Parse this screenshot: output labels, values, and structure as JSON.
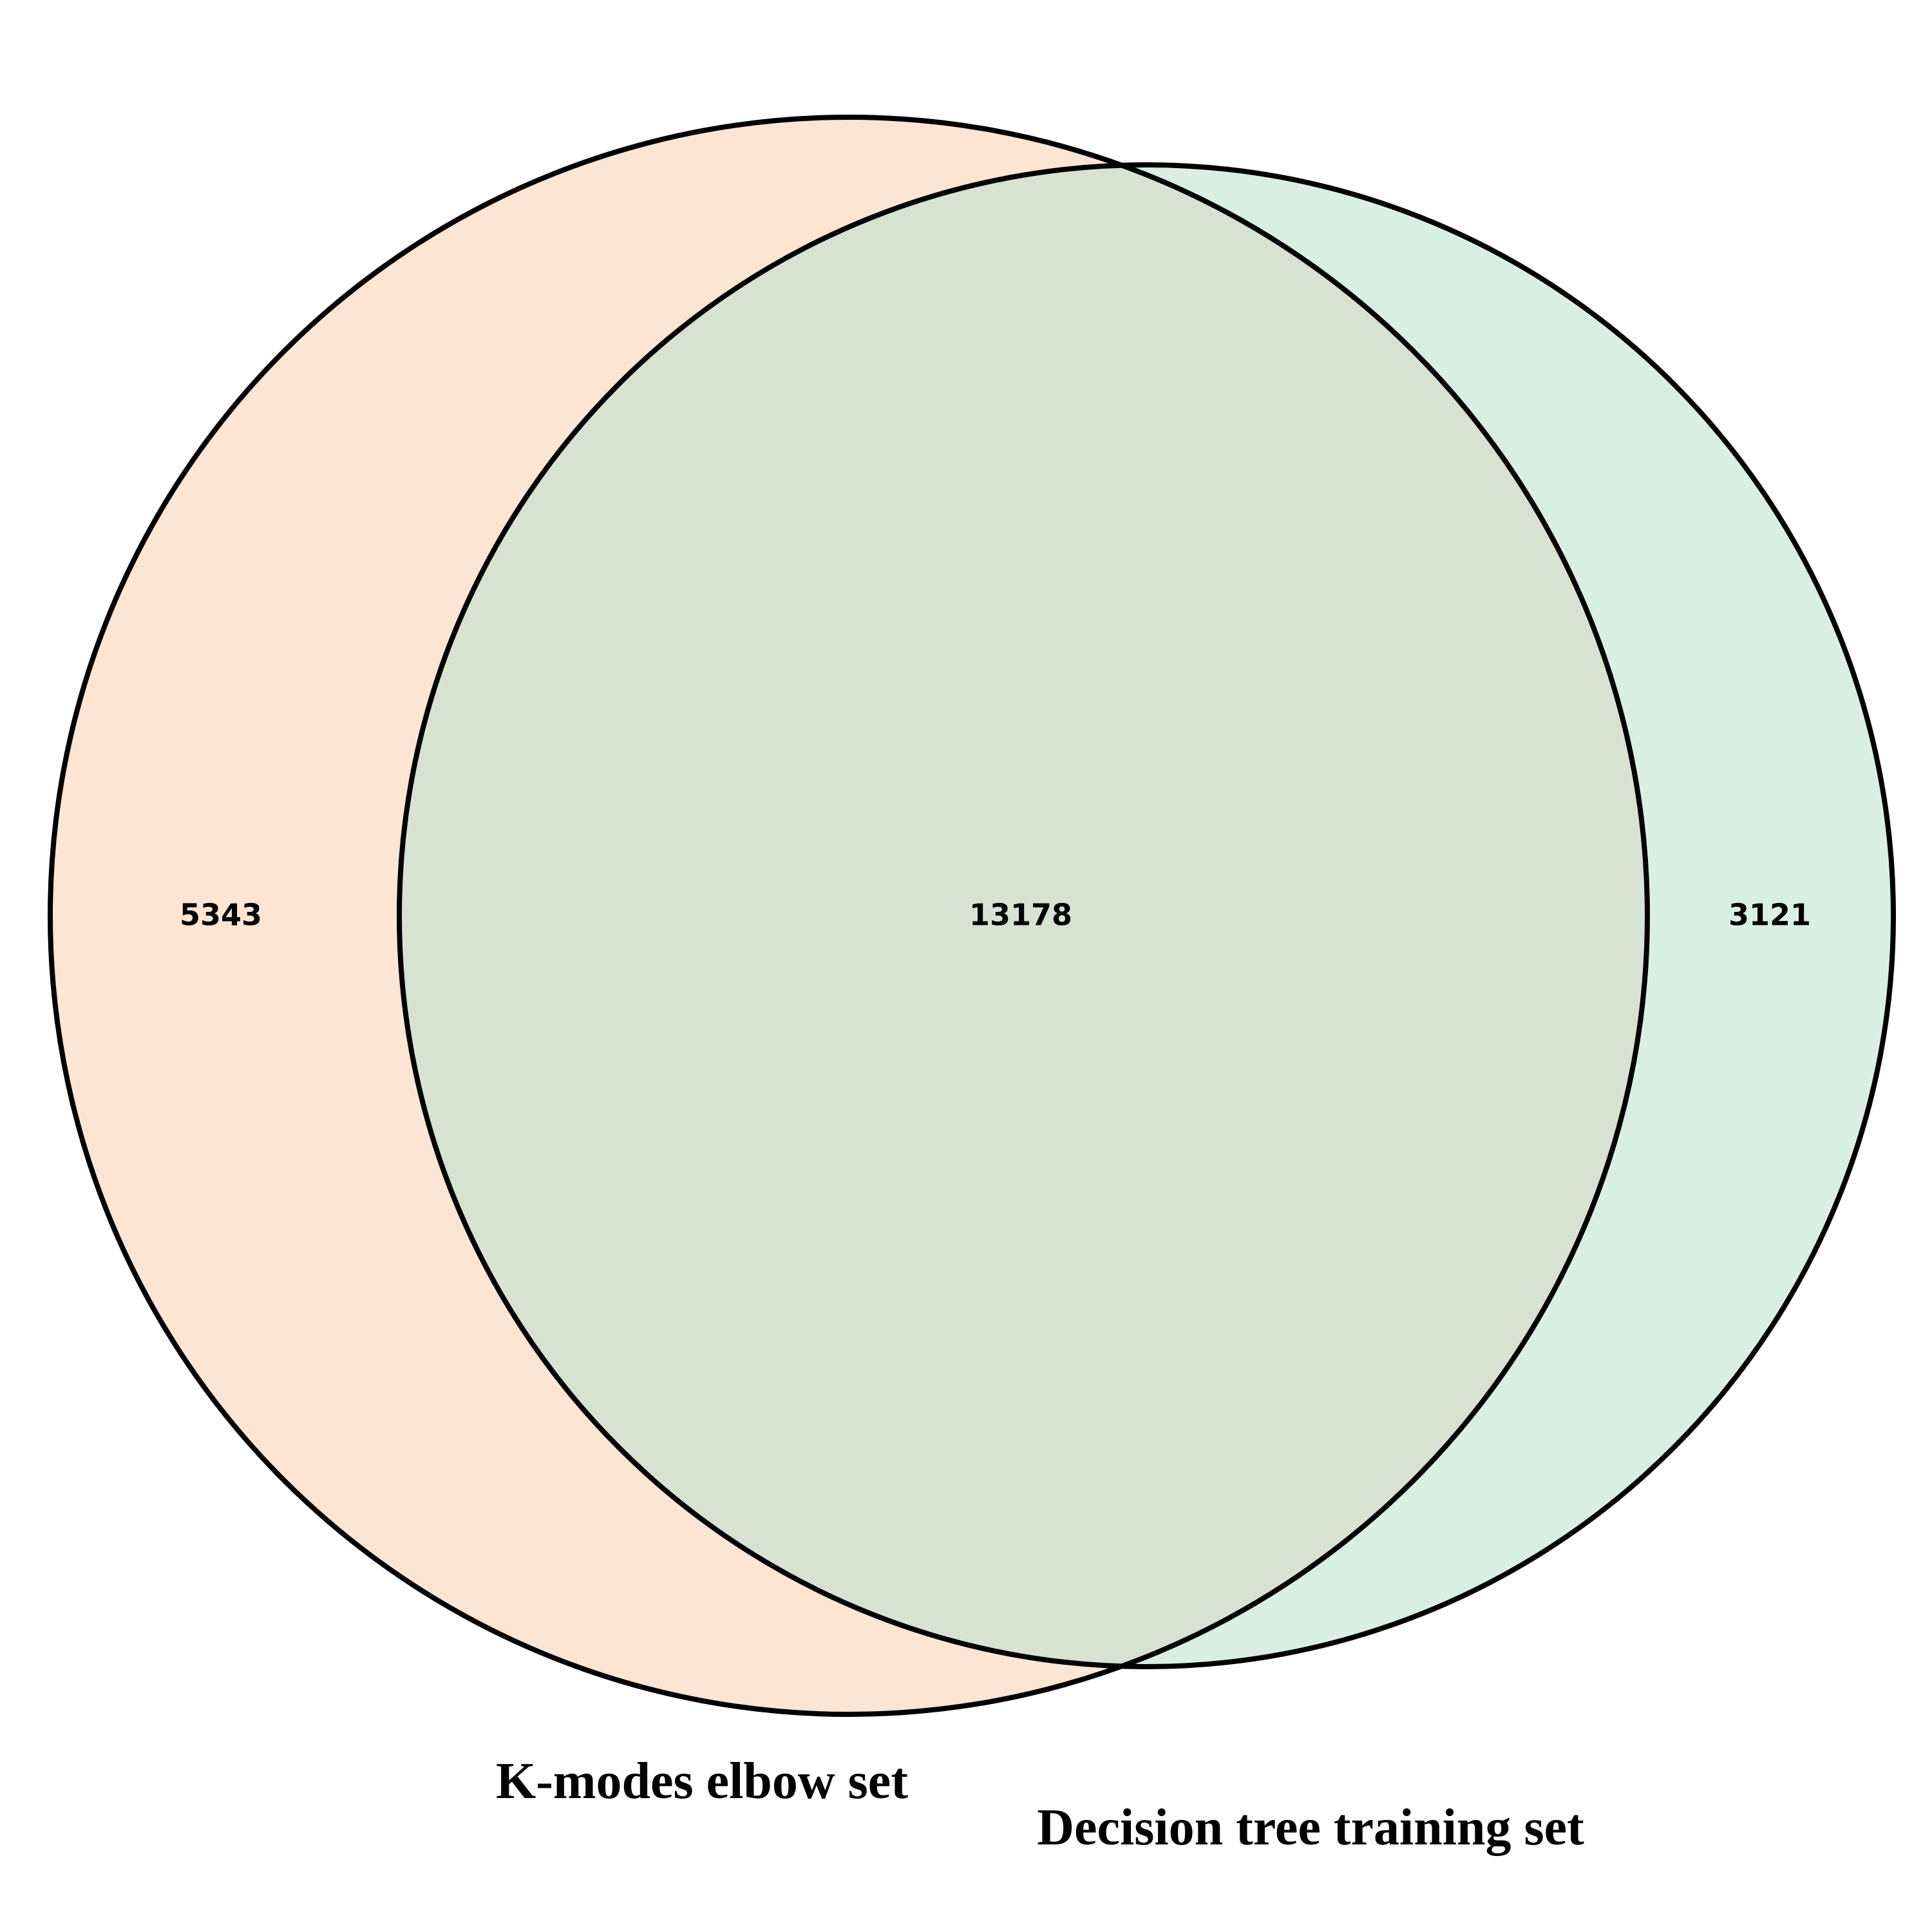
{
  "venn": {
    "sets": [
      {
        "name": "K-modes elbow set",
        "only_count": "5343",
        "color": "#fde5d4"
      },
      {
        "name": "Decision tree training set",
        "only_count": "3121",
        "color": "#d9efe4"
      }
    ],
    "intersection_count": "13178",
    "intersection_color": "#d8e2d1",
    "outline_color": "#000000"
  }
}
